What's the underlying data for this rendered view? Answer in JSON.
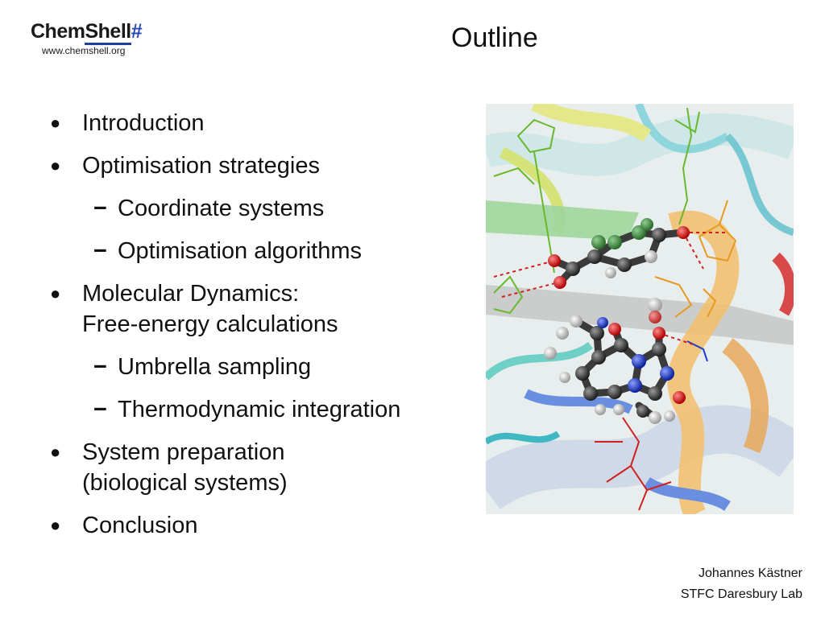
{
  "logo": {
    "brand_part1": "Chem",
    "brand_part2": "Shell",
    "brand_part3": "#",
    "url": "www.chemshell.org"
  },
  "title": "Outline",
  "outline": [
    {
      "level": 1,
      "text": "Introduction"
    },
    {
      "level": 1,
      "text": "Optimisation strategies"
    },
    {
      "level": 2,
      "text": "Coordinate systems"
    },
    {
      "level": 2,
      "text": "Optimisation algorithms"
    },
    {
      "level": 1,
      "text": "Molecular Dynamics:\nFree-energy calculations"
    },
    {
      "level": 2,
      "text": "Umbrella sampling"
    },
    {
      "level": 2,
      "text": "Thermodynamic integration"
    },
    {
      "level": 1,
      "text": "System preparation\n(biological systems)"
    },
    {
      "level": 1,
      "text": "Conclusion"
    }
  ],
  "symbols": {
    "bullet": "●",
    "dash": "−"
  },
  "footer": {
    "author": "Johannes Kästner",
    "affiliation": "STFC Daresbury Lab"
  },
  "colors": {
    "logo_accent": "#2346b8",
    "carbon": "#333333",
    "oxygen": "#e02020",
    "nitrogen": "#1d3fd0",
    "hydrogen": "#dddddd"
  }
}
